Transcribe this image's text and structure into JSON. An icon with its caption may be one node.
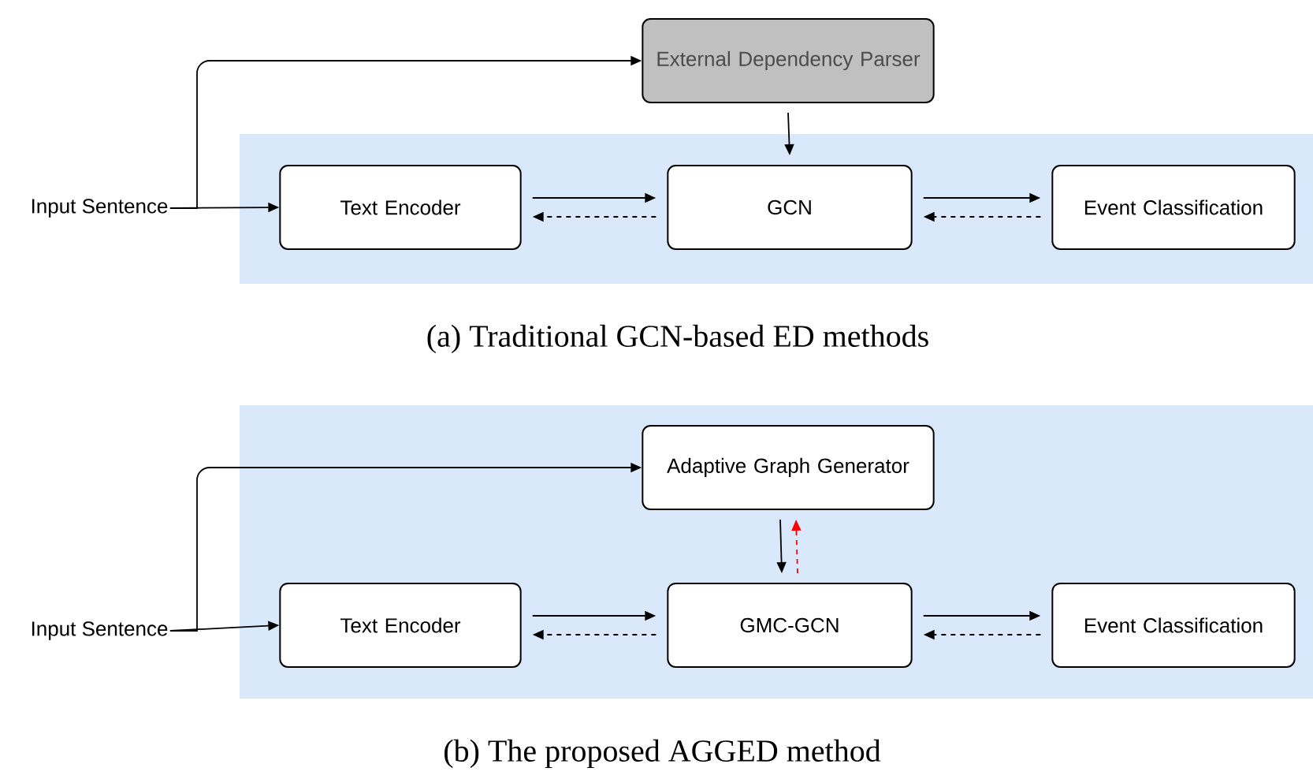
{
  "diagram": {
    "nodes": [
      {
        "text": [
          "Input Sentence"
        ]
      },
      {
        "text": [
          "External Dependency Parser"
        ]
      },
      {
        "text": [
          "Text Encoder"
        ]
      },
      {
        "text": [
          "GCN"
        ]
      },
      {
        "text": [
          "Event Classification"
        ]
      },
      {
        "text": [
          "Input Sentence"
        ]
      },
      {
        "text": [
          "Adaptive Graph Generator"
        ]
      },
      {
        "text": [
          "Text Encoder"
        ]
      },
      {
        "text": [
          "GMC-GCN"
        ]
      },
      {
        "text": [
          "Event Classification"
        ]
      }
    ],
    "edges": [
      {
        "from": 0,
        "to": 2,
        "arrow": "to"
      },
      {
        "from": 0,
        "to": 1,
        "arrow": "to"
      },
      {
        "from": 1,
        "to": 3,
        "arrow": "to"
      },
      {
        "from": 2,
        "to": 3,
        "arrow": "to"
      },
      {
        "from": 3,
        "to": 2,
        "arrow": "to",
        "style": "dashed"
      },
      {
        "from": 3,
        "to": 4,
        "arrow": "to"
      },
      {
        "from": 4,
        "to": 3,
        "arrow": "to",
        "style": "dashed"
      },
      {
        "from": 5,
        "to": 7,
        "arrow": "to"
      },
      {
        "from": 5,
        "to": 6,
        "arrow": "to"
      },
      {
        "from": 6,
        "to": 8,
        "arrow": "to"
      },
      {
        "from": 8,
        "to": 6,
        "arrow": "to",
        "style": "dashed",
        "color": "#ff0000"
      },
      {
        "from": 7,
        "to": 8,
        "arrow": "to"
      },
      {
        "from": 8,
        "to": 7,
        "arrow": "to",
        "style": "dashed"
      },
      {
        "from": 8,
        "to": 9,
        "arrow": "to"
      },
      {
        "from": 9,
        "to": 8,
        "arrow": "to",
        "style": "dashed"
      }
    ],
    "labels": [
      "(a) Traditional GCN-based ED methods",
      "(b) The proposed AGGED method"
    ]
  }
}
